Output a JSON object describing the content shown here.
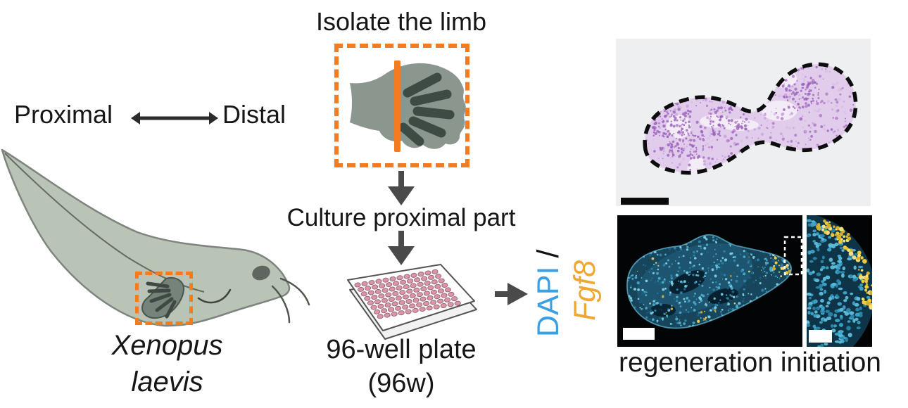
{
  "colors": {
    "accent_orange": "#F47B20",
    "dapi_blue": "#3B9FE3",
    "fgf8_yellow": "#F0A732",
    "arrow_gray": "#4A4A4A",
    "tadpole_body": "#B9C4B6",
    "limb_fill": "#8B968E",
    "well_pink": "#D996A9",
    "histology_purple": "#B27CC9"
  },
  "axis": {
    "left_label": "Proximal",
    "right_label": "Distal"
  },
  "workflow": {
    "isolate_title": "Isolate the limb",
    "culture_label": "Culture proximal part",
    "plate_name": "96-well plate",
    "plate_abbrev": "(96w)"
  },
  "organism": {
    "genus": "Xenopus",
    "species": "laevis"
  },
  "staining": {
    "dapi_label": "DAPI",
    "separator": "/",
    "gene_label": "Fgf8"
  },
  "result": {
    "caption": "regeneration initiation"
  },
  "icons": {
    "double_arrow": "double-arrow-icon",
    "down_arrow": "down-arrow-icon",
    "right_arrow": "right-arrow-icon",
    "tadpole": "tadpole-illustration",
    "limb": "isolated-limb-icon",
    "cut_line": "cut-line-icon",
    "well_plate": "96-well-plate-icon",
    "scale_bar": "scale-bar"
  }
}
